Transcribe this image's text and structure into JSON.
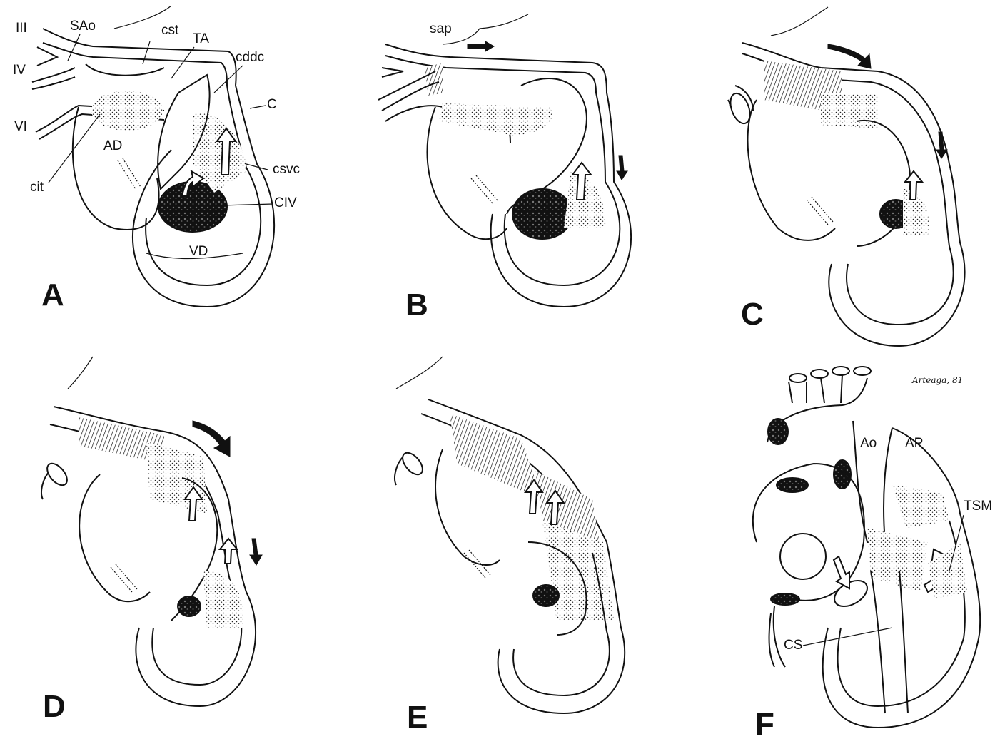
{
  "panels": [
    {
      "letter": "A",
      "labels": [
        "III",
        "IV",
        "VI",
        "SAo",
        "cst",
        "TA",
        "cddc",
        "C",
        "AD",
        "cit",
        "csvc",
        "CIV",
        "VD"
      ]
    },
    {
      "letter": "B",
      "labels": [
        "sap"
      ]
    },
    {
      "letter": "C",
      "labels": []
    },
    {
      "letter": "D",
      "labels": []
    },
    {
      "letter": "E",
      "labels": []
    },
    {
      "letter": "F",
      "labels": [
        "Ao",
        "AP",
        "TSM",
        "CS"
      ]
    }
  ],
  "signature": "Arteaga, 81"
}
